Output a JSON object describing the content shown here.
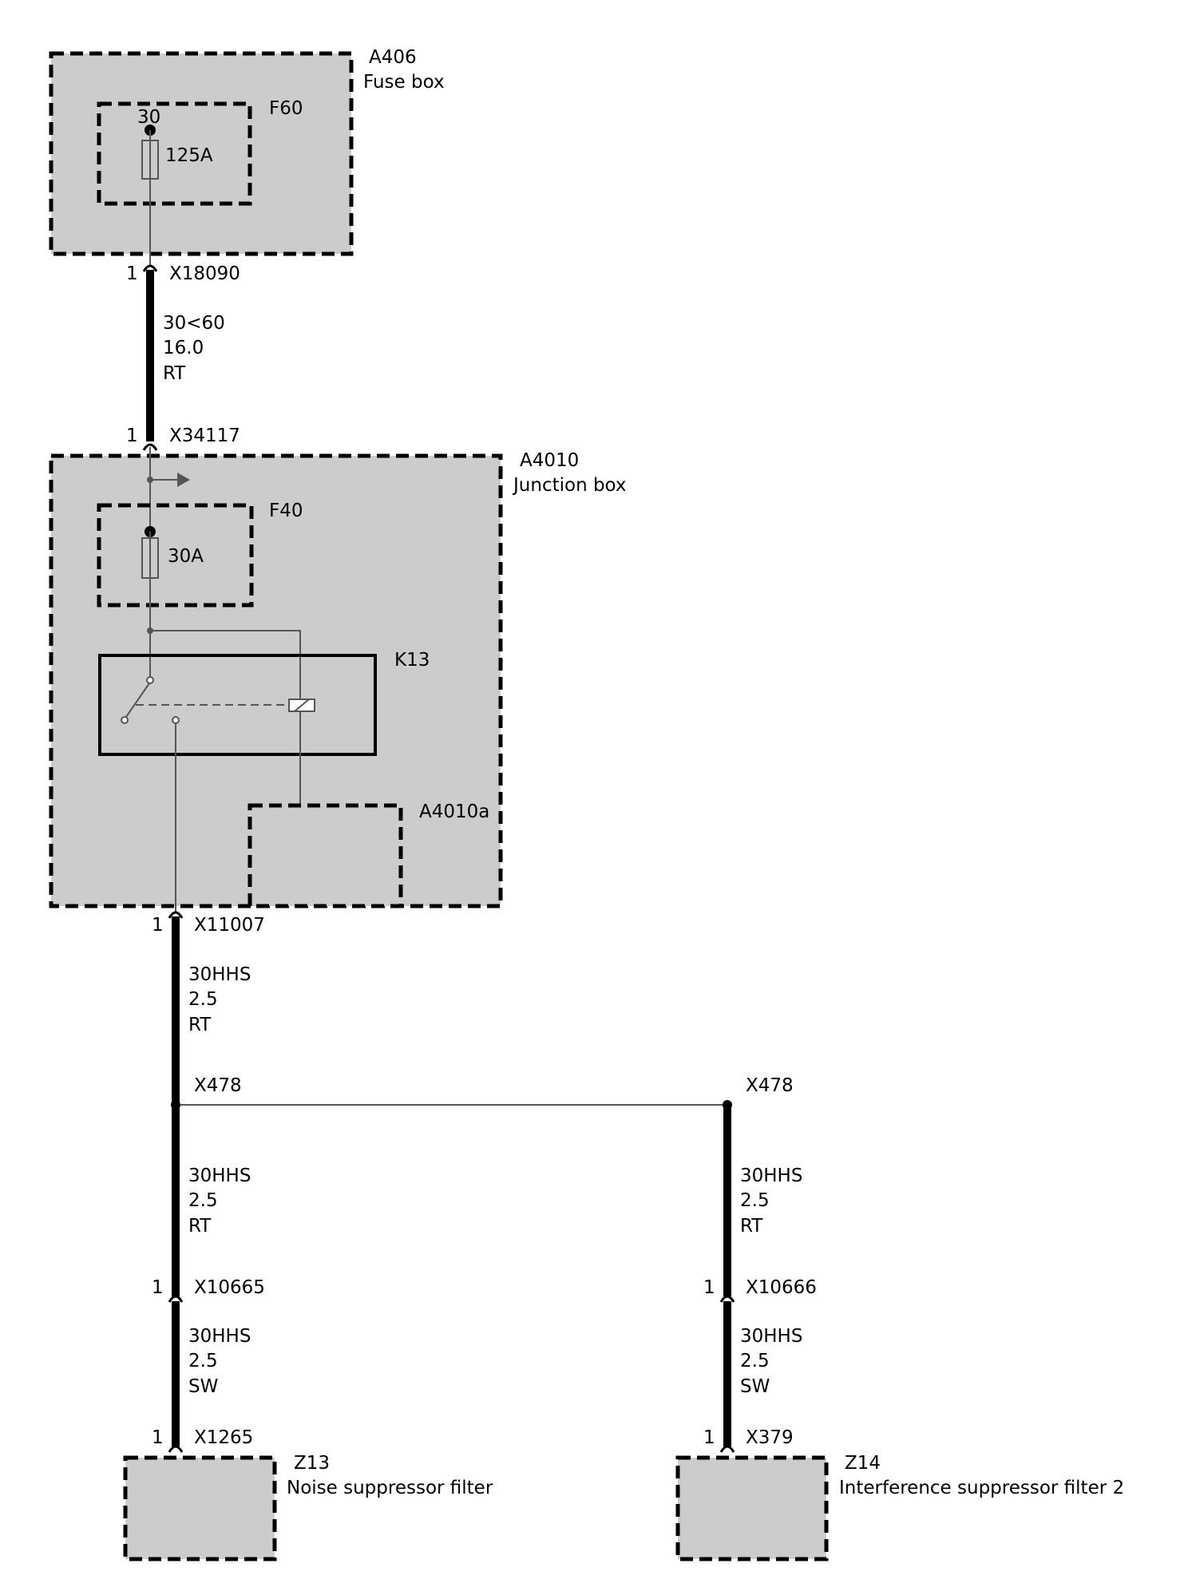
{
  "colors": {
    "box_fill": "#cccccc",
    "stroke": "#000000",
    "thin_wire": "#555555"
  },
  "fuse_box": {
    "id": "A406",
    "name": "Fuse box"
  },
  "fuse_f60": {
    "id": "F60",
    "terminal": "30",
    "rating": "125A"
  },
  "conn_x18090": {
    "pin": "1",
    "id": "X18090"
  },
  "wire_1": {
    "signal": "30<60",
    "size": "16.0",
    "color": "RT"
  },
  "conn_x34117": {
    "pin": "1",
    "id": "X34117"
  },
  "junction_box": {
    "id": "A4010",
    "name": "Junction box"
  },
  "fuse_f40": {
    "id": "F40",
    "rating": "30A"
  },
  "relay_k13": {
    "id": "K13"
  },
  "module_a4010a": {
    "id": "A4010a"
  },
  "conn_x11007": {
    "pin": "1",
    "id": "X11007"
  },
  "wire_2": {
    "signal": "30HHS",
    "size": "2.5",
    "color": "RT"
  },
  "splice_left": {
    "id": "X478"
  },
  "splice_right": {
    "id": "X478"
  },
  "wire_3": {
    "signal": "30HHS",
    "size": "2.5",
    "color": "RT"
  },
  "wire_4": {
    "signal": "30HHS",
    "size": "2.5",
    "color": "RT"
  },
  "conn_x10665": {
    "pin": "1",
    "id": "X10665"
  },
  "conn_x10666": {
    "pin": "1",
    "id": "X10666"
  },
  "wire_5": {
    "signal": "30HHS",
    "size": "2.5",
    "color": "SW"
  },
  "wire_6": {
    "signal": "30HHS",
    "size": "2.5",
    "color": "SW"
  },
  "conn_x1265": {
    "pin": "1",
    "id": "X1265"
  },
  "conn_x379": {
    "pin": "1",
    "id": "X379"
  },
  "filter_z13": {
    "id": "Z13",
    "name": "Noise suppressor filter"
  },
  "filter_z14": {
    "id": "Z14",
    "name": "Interference suppressor filter 2"
  }
}
